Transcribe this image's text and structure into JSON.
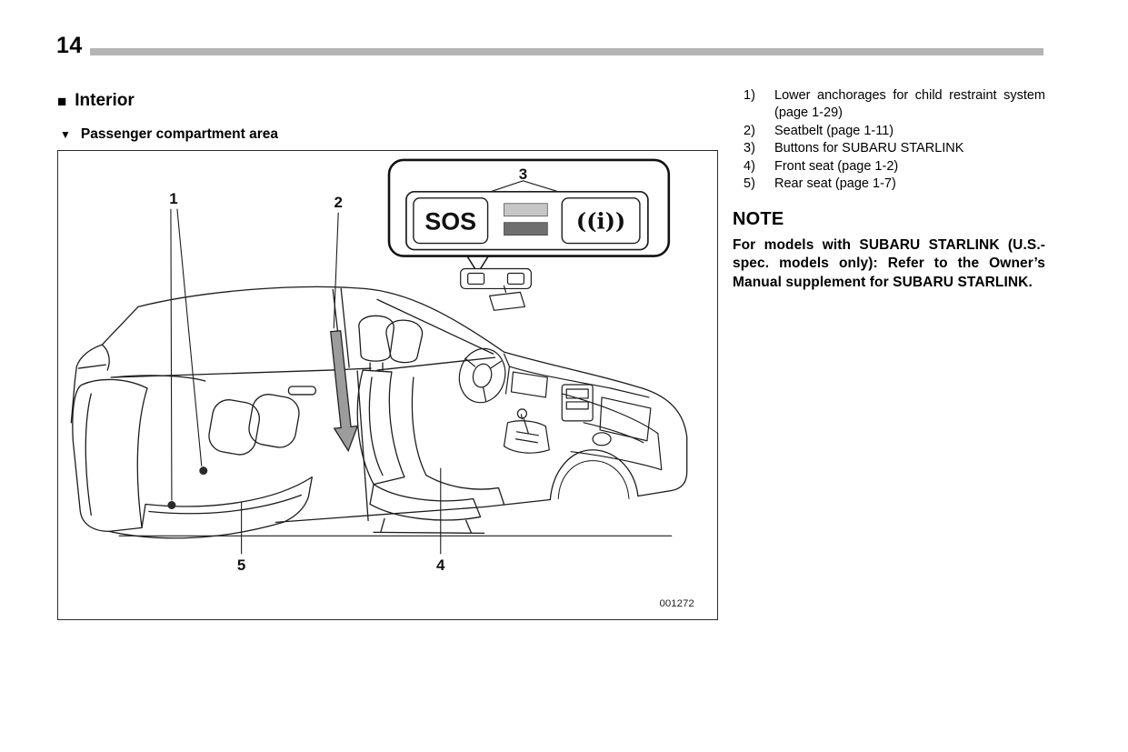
{
  "page": {
    "number": "14"
  },
  "headings": {
    "section_marker": "■",
    "section": "Interior",
    "subsection_marker": "▼",
    "subsection": "Passenger compartment area"
  },
  "figure": {
    "figure_id": "001272",
    "callouts": [
      "1",
      "2",
      "3",
      "4",
      "5"
    ],
    "starlink_panel": {
      "sos_label": "SOS",
      "info_icon": "((i))"
    },
    "colors": {
      "bar_light": "#c6c6c6",
      "bar_dark": "#6f6f6f",
      "arrow_gray": "#9c9c9c"
    }
  },
  "legend": {
    "items": [
      {
        "num": "1)",
        "text": "Lower anchorages for child restraint system (page 1-29)"
      },
      {
        "num": "2)",
        "text": "Seatbelt (page 1-11)"
      },
      {
        "num": "3)",
        "text": "Buttons for SUBARU STARLINK"
      },
      {
        "num": "4)",
        "text": "Front seat (page 1-2)"
      },
      {
        "num": "5)",
        "text": "Rear seat (page 1-7)"
      }
    ]
  },
  "note": {
    "title": "NOTE",
    "body": "For models with SUBARU STARLINK (U.S.-spec. models only): Refer to the Owner’s Manual supplement for SUBARU STARLINK."
  }
}
